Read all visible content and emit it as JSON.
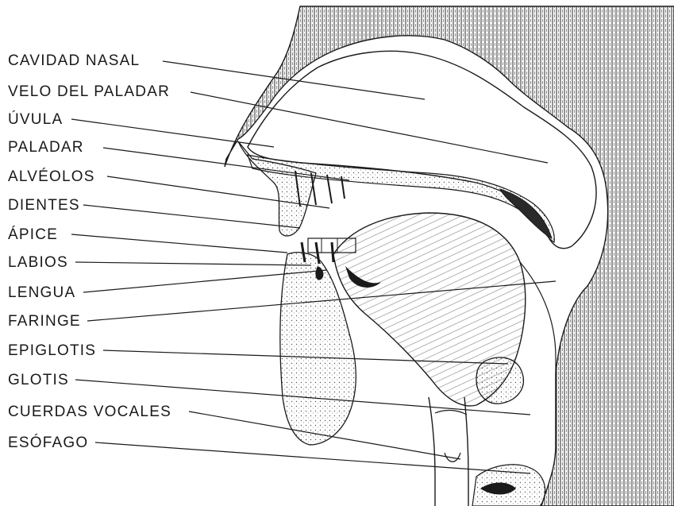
{
  "labels": [
    "CAVIDAD NASAL",
    "VELO DEL PALADAR",
    "ÚVULA",
    "PALADAR",
    "ALVÉOLOS",
    "DIENTES",
    "ÁPICE",
    "LABIOS",
    "LENGUA",
    "FARINGE",
    "EPIGLOTIS",
    "GLOTIS",
    "CUERDAS VOCALES",
    "ESÓFAGO"
  ],
  "colors": {
    "ink": "#1a1a1a",
    "background": "#ffffff",
    "hatch": "#3a3a3a"
  }
}
